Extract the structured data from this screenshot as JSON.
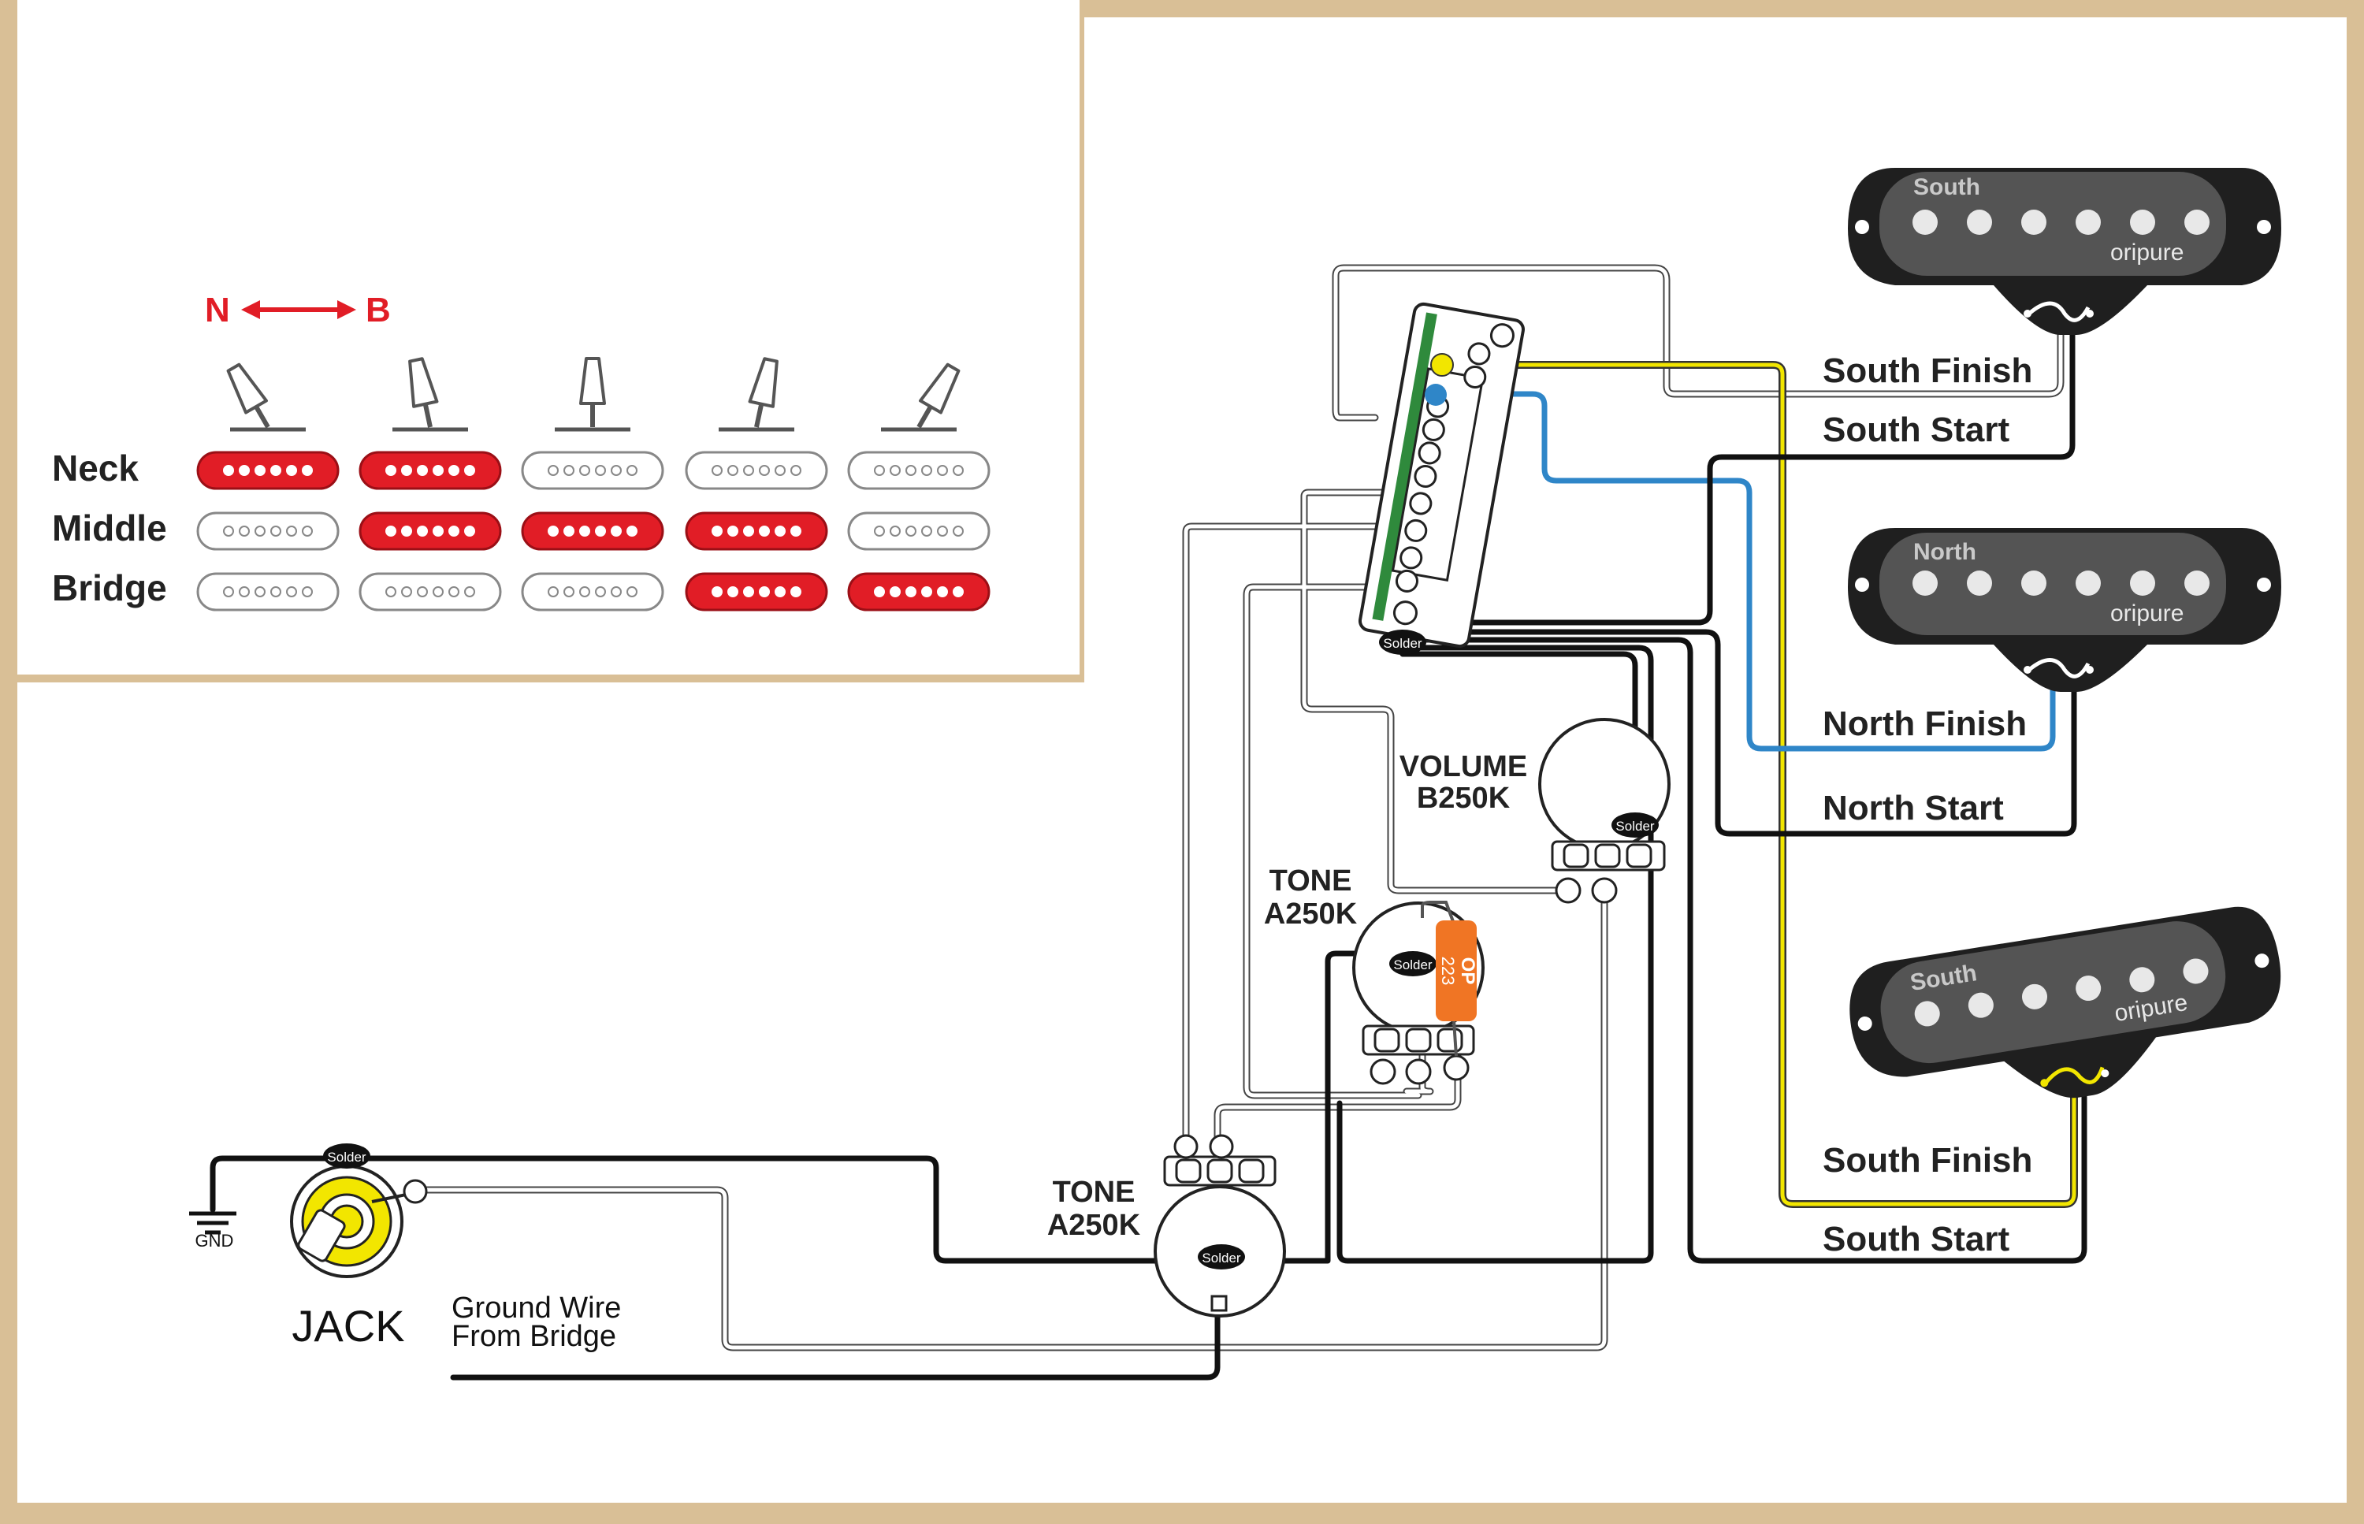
{
  "selector_chart": {
    "direction": {
      "left": "N",
      "right": "B"
    },
    "rows": [
      {
        "label": "Neck",
        "active": [
          true,
          true,
          false,
          false,
          false
        ]
      },
      {
        "label": "Middle",
        "active": [
          false,
          true,
          true,
          true,
          false
        ]
      },
      {
        "label": "Bridge",
        "active": [
          false,
          false,
          false,
          true,
          true
        ]
      }
    ],
    "lever_angles": [
      -30,
      -12,
      0,
      12,
      30
    ],
    "active_color": "#e11d26",
    "inactive_color": "#ffffff"
  },
  "pickups": [
    {
      "magnet_label": "South",
      "brand": "oripure",
      "finish_label": "South Finish",
      "start_label": "South Start"
    },
    {
      "magnet_label": "North",
      "brand": "oripure",
      "finish_label": "North Finish",
      "start_label": "North Start"
    },
    {
      "magnet_label": "South",
      "brand": "oripure",
      "finish_label": "South Finish",
      "start_label": "South Start"
    }
  ],
  "volume_pot": {
    "line1": "VOLUME",
    "line2": "B250K"
  },
  "tone_pot_1": {
    "line1": "TONE",
    "line2": "A250K"
  },
  "tone_pot_2": {
    "line1": "TONE",
    "line2": "A250K"
  },
  "capacitor": {
    "brand": "OP",
    "code": "223",
    "color": "#f07524"
  },
  "solder_label": "Solder",
  "jack_label": "JACK",
  "gnd_label": "GND",
  "ground_wire_label": {
    "line1": "Ground Wire",
    "line2": "From Bridge"
  },
  "wire_colors": {
    "yellow": "#f2e600",
    "blue": "#2f86c8",
    "black": "#111111",
    "white": "#ffffff"
  },
  "frame_color": "#d9bf96"
}
